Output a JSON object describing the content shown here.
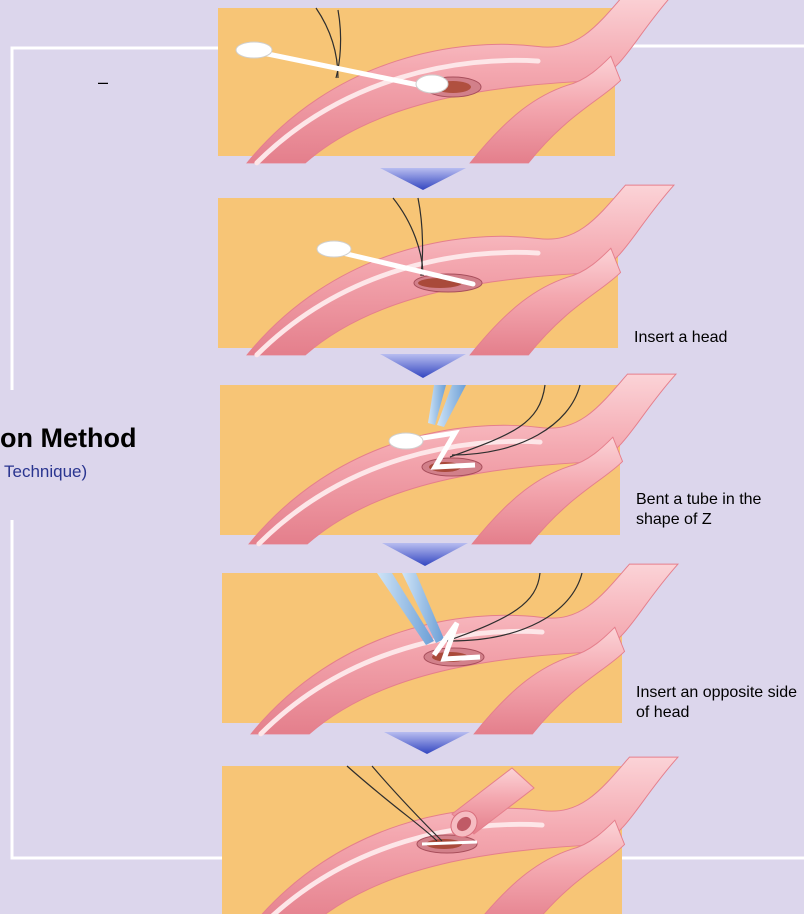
{
  "title": "on Method",
  "subtitle": "Technique)",
  "dash": "–",
  "steps": [
    {
      "caption": ""
    },
    {
      "caption": "Insert a head"
    },
    {
      "caption": "Bent a tube in the shape of Z"
    },
    {
      "caption": "Insert an opposite side of head"
    },
    {
      "caption": ""
    }
  ],
  "colors": {
    "background": "#dcd6ec",
    "panel": "#f7c576",
    "vessel": "#f2a4ac",
    "vessel_highlight": "#fbd6da",
    "arrow": "#4a5bc6",
    "frame": "#ffffff"
  }
}
